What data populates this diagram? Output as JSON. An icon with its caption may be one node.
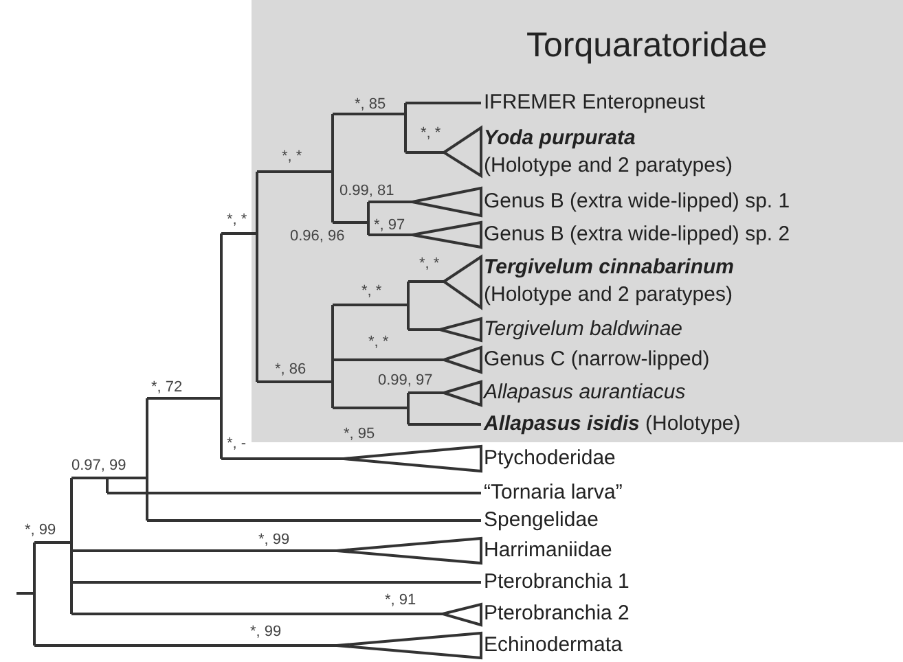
{
  "diagram": {
    "nodes": [
      {
        "text": [
          "Torquaratoridae"
        ]
      },
      {
        "text": [
          "IFREMER Enteropneust"
        ],
        "in": 0
      },
      {
        "text": [
          "Yoda purpurata",
          "(Holotype and 2 paratypes)"
        ],
        "in": 0
      },
      {
        "text": [
          "Genus B (extra wide-lipped) sp. 1"
        ],
        "in": 0
      },
      {
        "text": [
          "Genus B (extra wide-lipped) sp. 2"
        ],
        "in": 0
      },
      {
        "text": [
          "Tergivelum cinnabarinum",
          "(Holotype and 2 paratypes)"
        ],
        "in": 0
      },
      {
        "text": [
          "Tergivelum baldwinae"
        ],
        "in": 0
      },
      {
        "text": [
          "Genus C (narrow-lipped)"
        ],
        "in": 0
      },
      {
        "text": [
          "Allapasus aurantiacus"
        ],
        "in": 0
      },
      {
        "text": [
          "**Allapasus isidis** (Holotype)"
        ],
        "in": 0
      },
      {
        "text": [
          "Ptychoderidae"
        ]
      },
      {
        "text": [
          "“Tornaria larva”"
        ]
      },
      {
        "text": [
          "Spengelidae"
        ]
      },
      {
        "text": [
          "Harrimaniidae"
        ]
      },
      {
        "text": [
          "Pterobranchia 1"
        ]
      },
      {
        "text": [
          "Pterobranchia 2"
        ]
      },
      {
        "text": [
          "Echinodermata"
        ]
      }
    ],
    "labels": [
      "*, 85",
      "*, *",
      "*, *",
      "0.99, 81",
      "*, *",
      "0.96, 96",
      "*, 97",
      "*, *",
      "*, *",
      "*, *",
      "*, 86",
      "0.99, 97",
      "*, 72",
      "*, 95",
      "*, -",
      "0.97, 99",
      "*, 99",
      "*, 99",
      "*, 91",
      "*, 99"
    ]
  }
}
